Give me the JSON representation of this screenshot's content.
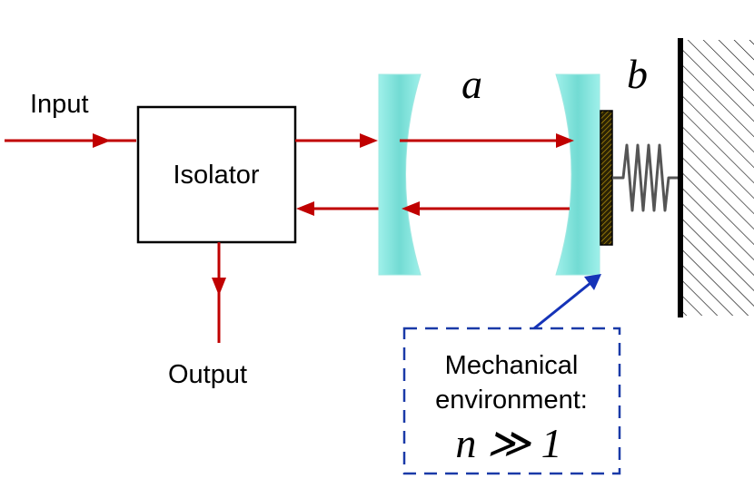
{
  "labels": {
    "input": "Input",
    "output": "Output",
    "isolator": "Isolator",
    "mode_a": "a",
    "mode_b": "b",
    "env_line1": "Mechanical",
    "env_line2": "environment:",
    "env_formula": "n ≫ 1"
  },
  "colors": {
    "beam": "#c00000",
    "mirror_fill": "#7fe3dc",
    "pointer": "#1533b8",
    "box_dash": "#1a3aa8",
    "wall": "#000000",
    "spring": "#555555"
  }
}
